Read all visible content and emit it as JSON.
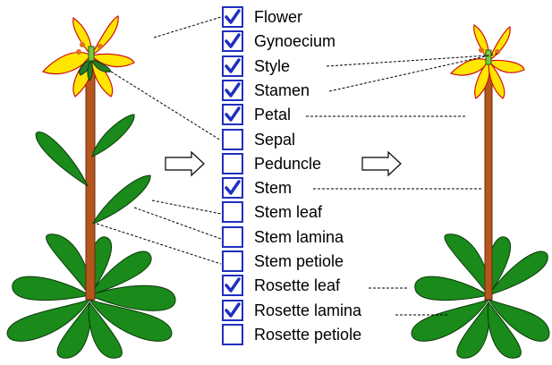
{
  "colors": {
    "stem": "#b5561e",
    "stem_edge": "#6b2a0a",
    "leaf": "#1a8a1a",
    "leaf_edge": "#0a3a0a",
    "petal": "#ffe600",
    "petal_edge": "#d01010",
    "sepal": "#2a7a2a",
    "checkbox_border": "#1f2fbf",
    "checkmark": "#1f2fbf"
  },
  "checklist": [
    {
      "label": "Flower",
      "checked": true
    },
    {
      "label": "Gynoecium",
      "checked": true
    },
    {
      "label": "Style",
      "checked": true
    },
    {
      "label": "Stamen",
      "checked": true
    },
    {
      "label": "Petal",
      "checked": true
    },
    {
      "label": "Sepal",
      "checked": false
    },
    {
      "label": "Peduncle",
      "checked": false
    },
    {
      "label": "Stem",
      "checked": true
    },
    {
      "label": "Stem leaf",
      "checked": false
    },
    {
      "label": "Stem lamina",
      "checked": false
    },
    {
      "label": "Stem petiole",
      "checked": false
    },
    {
      "label": "Rosette leaf",
      "checked": true
    },
    {
      "label": "Rosette lamina",
      "checked": true
    },
    {
      "label": "Rosette petiole",
      "checked": false
    }
  ],
  "arrows": [
    "right-arrow-icon",
    "right-arrow-icon"
  ]
}
